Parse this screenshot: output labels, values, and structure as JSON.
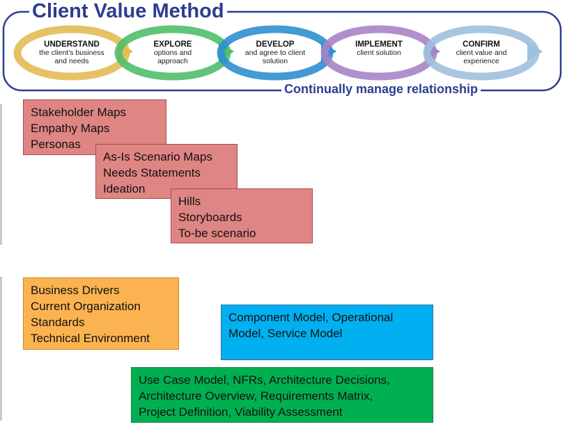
{
  "header": {
    "title": "Client Value Method",
    "footer": "Continually manage relationship",
    "phases": [
      {
        "title": "UNDERSTAND",
        "desc": "the client's business\nand needs",
        "color": "#e2bb55"
      },
      {
        "title": "EXPLORE",
        "desc": "options and\napproach",
        "color": "#4fbf6a"
      },
      {
        "title": "DEVELOP",
        "desc": "and agree to client\nsolution",
        "color": "#2f8fd0"
      },
      {
        "title": "IMPLEMENT",
        "desc": "client solution",
        "color": "#a784c6"
      },
      {
        "title": "CONFIRM",
        "desc": "client value and\nexperience",
        "color": "#9fc0dc"
      }
    ]
  },
  "boxes": {
    "stakeholder": [
      "Stakeholder Maps",
      "Empathy Maps",
      "Personas"
    ],
    "asis": [
      "As-Is Scenario Maps",
      "Needs Statements",
      "Ideation"
    ],
    "hills": [
      "Hills",
      "Storyboards",
      "To-be scenario"
    ],
    "business": [
      "Business Drivers",
      "Current Organization",
      "Standards",
      "Technical Environment"
    ],
    "component": [
      "Component Model,  Operational",
      "Model,  Service Model"
    ],
    "usecase": [
      "Use Case Model, NFRs, Architecture Decisions,",
      "Architecture Overview, Requirements Matrix,",
      "Project Definition, Viability Assessment"
    ]
  },
  "colors": {
    "brand_blue": "#2c3d8f",
    "red_box": "#df8583",
    "orange_box": "#fbb351",
    "blue_box": "#00b0f0",
    "green_box": "#00b050"
  }
}
